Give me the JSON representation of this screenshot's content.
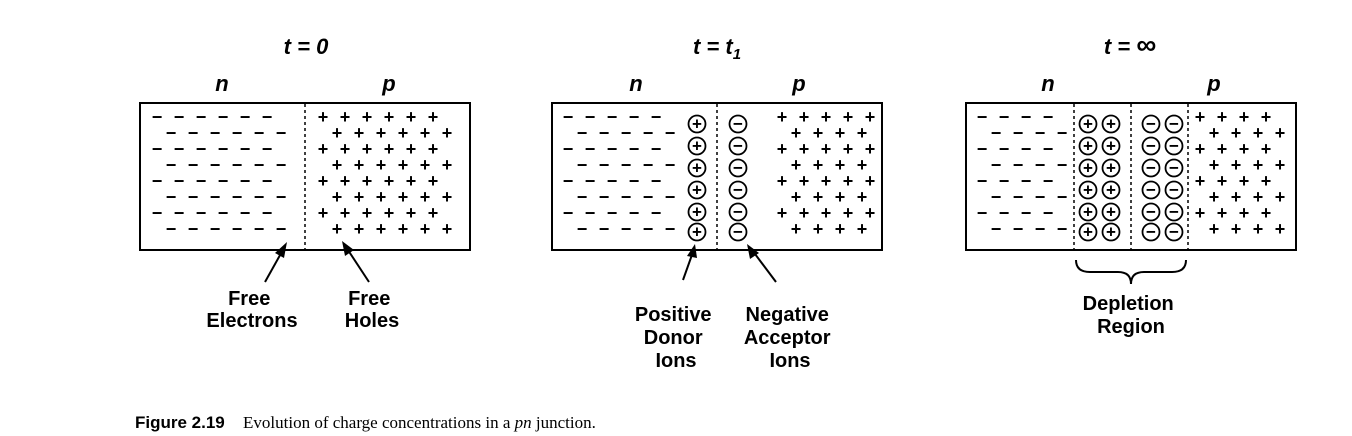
{
  "panels": [
    {
      "time_prefix": "t = ",
      "time_value": "0",
      "n_label": "n",
      "p_label": "p",
      "annotations": [
        {
          "lines": [
            "Free",
            "Electrons"
          ]
        },
        {
          "lines": [
            "Free",
            "Holes"
          ]
        }
      ]
    },
    {
      "time_prefix": "t = ",
      "time_value": "t",
      "time_subscript": "1",
      "n_label": "n",
      "p_label": "p",
      "annotations": [
        {
          "lines": [
            "Positive",
            "Donor",
            "Ions"
          ]
        },
        {
          "lines": [
            "Negative",
            "Acceptor",
            "Ions"
          ]
        }
      ]
    },
    {
      "time_prefix": "t = ",
      "time_value": "∞",
      "n_label": "n",
      "p_label": "p",
      "annotations": [
        {
          "lines": [
            "Depletion",
            "Region"
          ]
        }
      ]
    }
  ],
  "symbols": {
    "electron": "−",
    "hole": "+",
    "donor_ion": "+",
    "acceptor_ion": "−"
  },
  "caption": {
    "number": "Figure 2.19",
    "text_before": "Evolution of charge concentrations in a ",
    "math": "pn",
    "text_after": " junction."
  }
}
